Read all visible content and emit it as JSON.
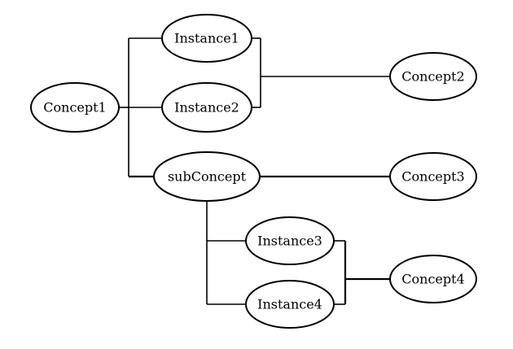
{
  "nodes": {
    "concept1": "Concept1",
    "instance1": "Instance1",
    "instance2": "Instance2",
    "subconcept": "subConcept",
    "concept2": "Concept2",
    "concept3": "Concept3",
    "instance3": "Instance3",
    "instance4": "Instance4",
    "concept4": "Concept4"
  },
  "colors": {
    "stroke": "#000000",
    "node_fill": "#ffffff",
    "background": "#ffffff"
  }
}
